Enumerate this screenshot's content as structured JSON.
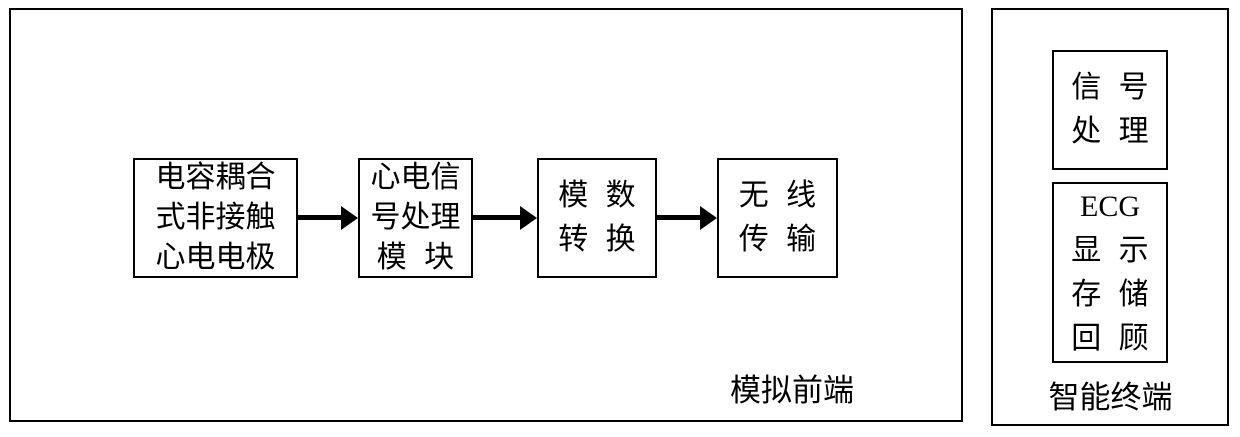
{
  "page": {
    "background_color": "#ffffff",
    "line_color": "#000000"
  },
  "analog_frontend": {
    "label": "模拟前端",
    "boxes": [
      {
        "id": "capacitive-electrode",
        "lines": [
          "电容耦合",
          "式非接触",
          "心电电极"
        ]
      },
      {
        "id": "ecg-signal-processing-module",
        "lines": [
          "心电信",
          "号处理",
          "模块"
        ]
      },
      {
        "id": "ad-conversion",
        "lines": [
          "模数",
          "转换"
        ]
      },
      {
        "id": "wireless-transmission",
        "lines": [
          "无线",
          "传输"
        ]
      }
    ],
    "connectors": [
      "capacitive-electrode→ecg-signal-processing-module",
      "ecg-signal-processing-module→ad-conversion",
      "ad-conversion→wireless-transmission"
    ]
  },
  "smart_terminal": {
    "label": "智能终端",
    "boxes": [
      {
        "id": "signal-processing",
        "lines": [
          "信号",
          "处理"
        ]
      },
      {
        "id": "ecg-display-storage-review",
        "lines": [
          "ECG",
          "显示",
          "存储",
          "回顾"
        ]
      }
    ]
  }
}
